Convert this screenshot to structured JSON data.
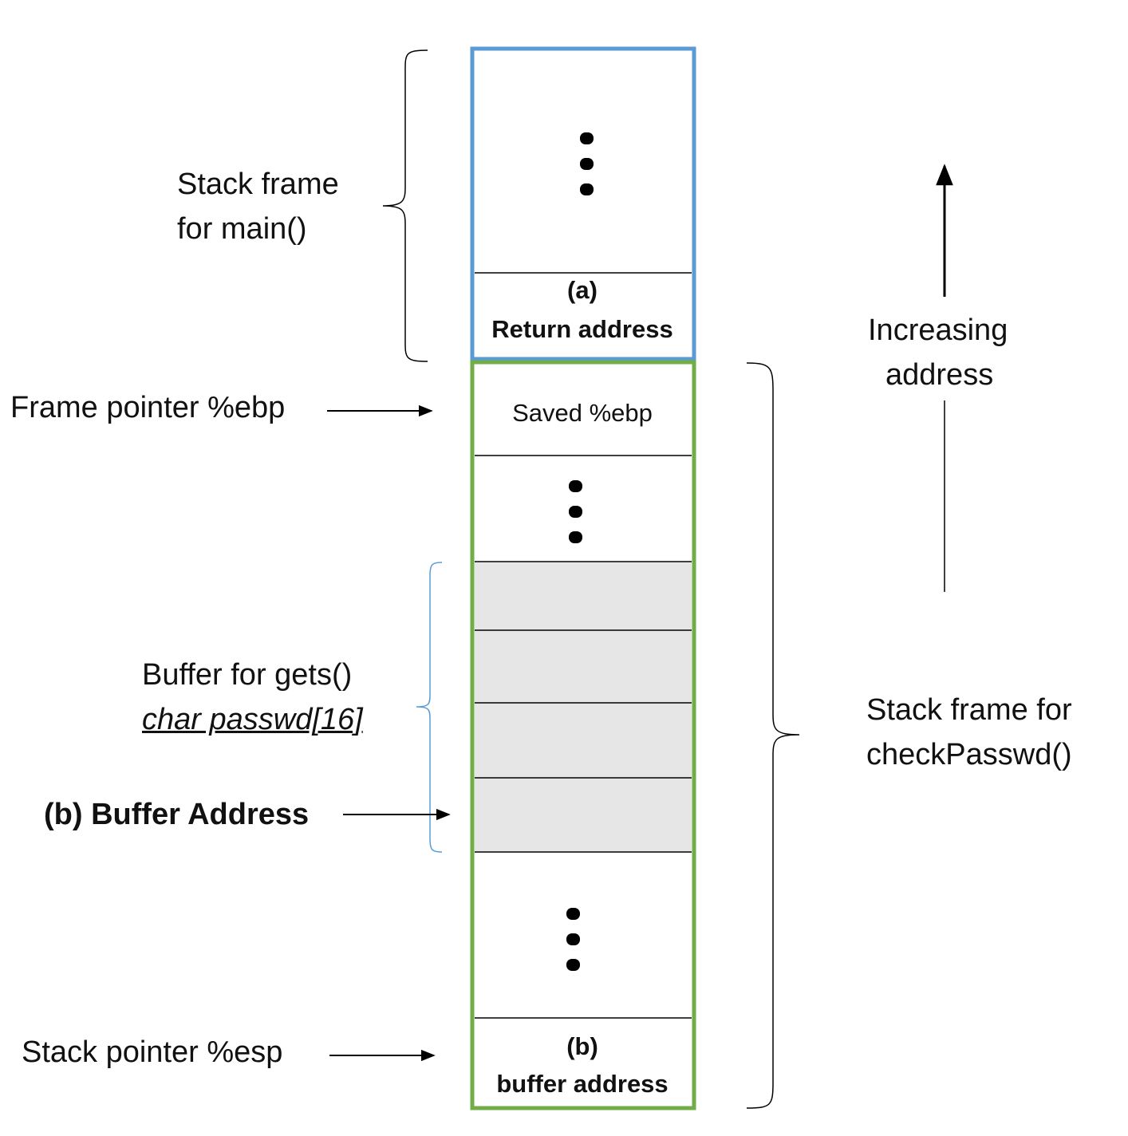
{
  "main_frame": {
    "label_line1": "Stack frame",
    "label_line2": "for main()",
    "return_cell_tag": "(a)",
    "return_cell_label": "Return address"
  },
  "check_frame": {
    "label_line1": "Stack frame for",
    "label_line2": "checkPasswd()",
    "saved_ebp_label": "Saved %ebp",
    "bottom_cell_tag": "(b)",
    "bottom_cell_label": "buffer address"
  },
  "buffer": {
    "label_line1": "Buffer for gets()",
    "label_line2": "char passwd[16]",
    "slot_count": 4
  },
  "pointers": {
    "frame_pointer": "Frame pointer %ebp",
    "buffer_address": "(b) Buffer Address",
    "stack_pointer": "Stack pointer %esp"
  },
  "direction": {
    "line1": "Increasing",
    "line2": "address"
  },
  "colors": {
    "main_frame_border": "#5b9bd5",
    "check_frame_border": "#70ad47",
    "buffer_fill": "#e6e6e6",
    "buffer_brace": "#5b9bd5"
  }
}
